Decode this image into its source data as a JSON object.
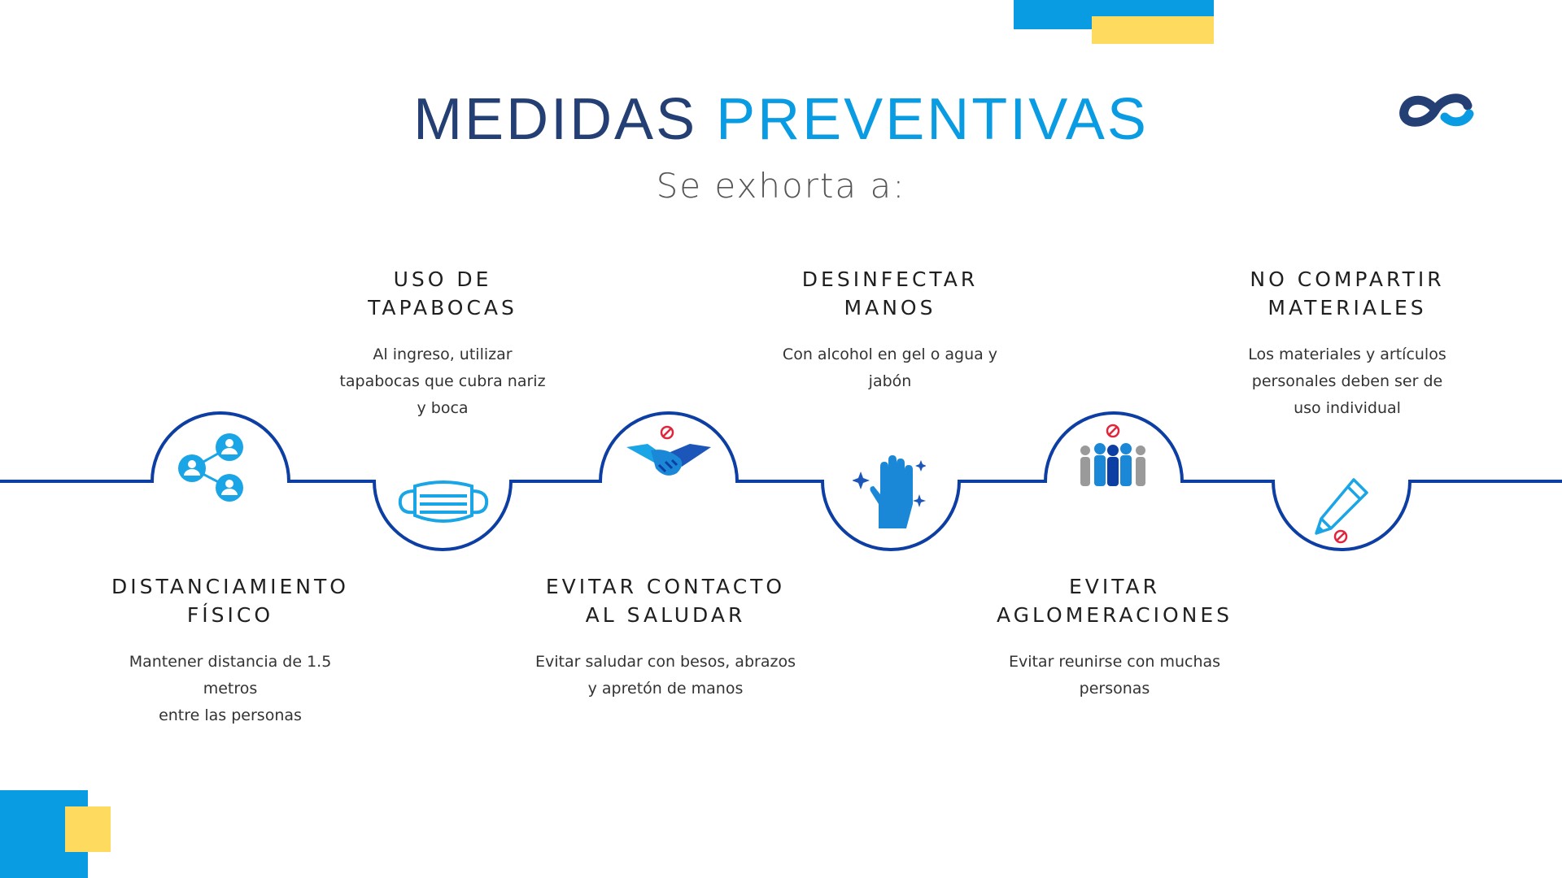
{
  "header": {
    "title_part1": "MEDIDAS",
    "title_part2": "PREVENTIVAS",
    "subtitle": "Se exhorta a:"
  },
  "colors": {
    "navy": "#243f74",
    "accent_blue": "#0a9ce3",
    "line_blue": "#0d3ea3",
    "yellow": "#fedb5f",
    "icon_blue": "#1aa5e6"
  },
  "logo": {
    "icon": "infinity-ec-logo-icon"
  },
  "measures": [
    {
      "icon": "network-people-icon",
      "title_line1": "DISTANCIAMIENTO",
      "title_line2": "FÍSICO",
      "desc_line1": "Mantener distancia de 1.5 metros",
      "desc_line2": "entre las personas"
    },
    {
      "icon": "face-mask-icon",
      "title_line1": "USO DE",
      "title_line2": "TAPABOCAS",
      "desc_line1": "Al ingreso, utilizar",
      "desc_line2": "tapabocas que cubra nariz",
      "desc_line3": "y boca"
    },
    {
      "icon": "no-handshake-icon",
      "title_line1": "EVITAR CONTACTO",
      "title_line2": "AL SALUDAR",
      "desc_line1": "Evitar saludar con besos, abrazos",
      "desc_line2": "y apretón de manos"
    },
    {
      "icon": "clean-hand-icon",
      "title_line1": "DESINFECTAR",
      "title_line2": "MANOS",
      "desc_line1": "Con alcohol en gel o agua y",
      "desc_line2": "jabón"
    },
    {
      "icon": "no-crowd-icon",
      "title_line1": "EVITAR",
      "title_line2": "AGLOMERACIONES",
      "desc_line1": "Evitar reunirse con muchas",
      "desc_line2": "personas"
    },
    {
      "icon": "no-sharing-pencil-icon",
      "title_line1": "NO COMPARTIR",
      "title_line2": "MATERIALES",
      "desc_line1": "Los materiales y artículos",
      "desc_line2": "personales deben ser de",
      "desc_line3": "uso individual"
    }
  ]
}
